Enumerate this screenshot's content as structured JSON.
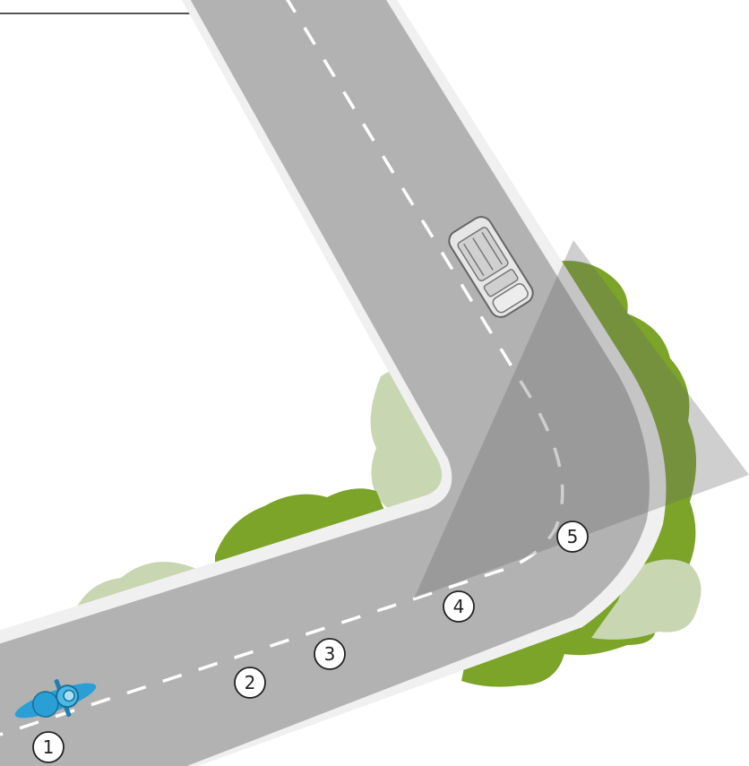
{
  "scene": "road-curve-sight-line",
  "colors": {
    "road": "#b2b2b2",
    "road_edge": "#f0f0f0",
    "lane_marking": "#ffffff",
    "bush_dark": "#7ba428",
    "bush_light": "#c9d6b2",
    "view_shadow": "#6a6a6a",
    "motorcycle": "#2a9fd6",
    "car": "#e6e6e6"
  },
  "vehicles": [
    {
      "kind": "motorcycle",
      "icon": "motorcycle-icon"
    },
    {
      "kind": "car",
      "icon": "car-icon"
    }
  ],
  "markers": [
    {
      "label": "1"
    },
    {
      "label": "2"
    },
    {
      "label": "3"
    },
    {
      "label": "4"
    },
    {
      "label": "5"
    }
  ]
}
